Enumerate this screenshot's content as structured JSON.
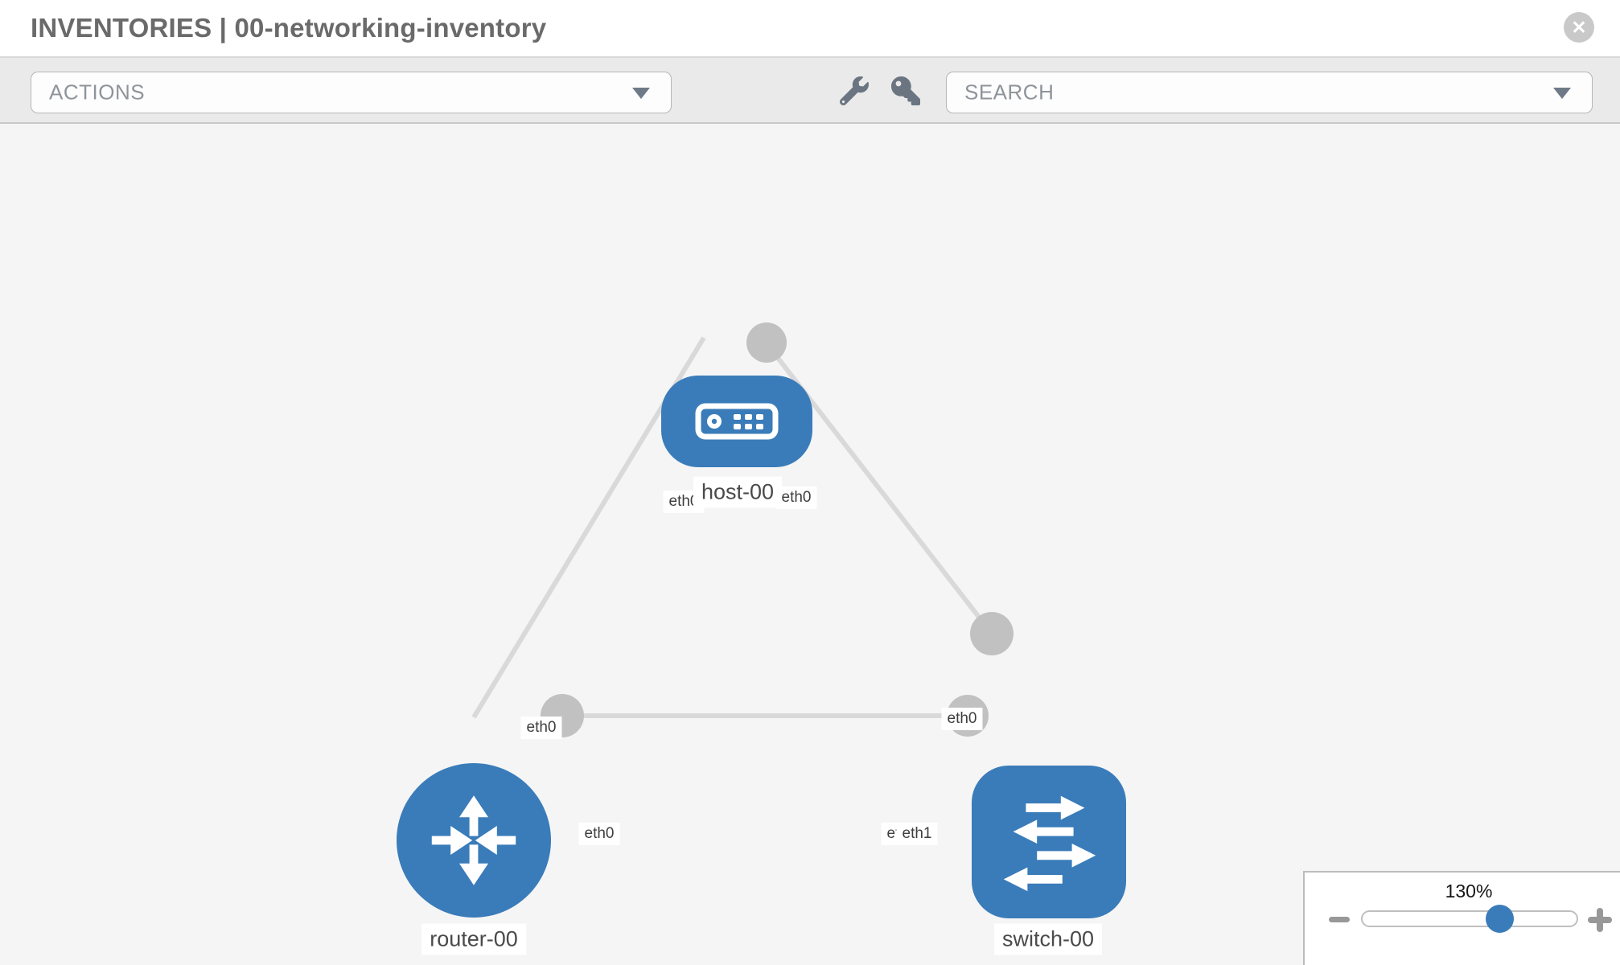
{
  "header": {
    "title": "INVENTORIES | 00-networking-inventory",
    "close_glyph": "✕"
  },
  "toolbar": {
    "actions_label": "ACTIONS",
    "search_label": "SEARCH"
  },
  "topology": {
    "nodes": [
      {
        "id": "host-00",
        "type": "host",
        "label": "host-00"
      },
      {
        "id": "router-00",
        "type": "router",
        "label": "router-00"
      },
      {
        "id": "switch-00",
        "type": "switch",
        "label": "switch-00"
      }
    ],
    "links": [
      {
        "from": "router-00",
        "to": "host-00",
        "from_label": "eth0",
        "to_label": "eth0"
      },
      {
        "from": "host-00",
        "to": "switch-00",
        "from_label": "eth0",
        "to_label": "eth0"
      },
      {
        "from": "router-00",
        "to": "switch-00",
        "from_label": "eth0",
        "to_label": "eth1",
        "to_label_behind": "eth0"
      }
    ]
  },
  "zoom": {
    "value_label": "130%"
  },
  "colors": {
    "node_blue": "#3a7cb9",
    "link_gray": "#d9d9d9",
    "connector_gray": "#c1c1c1",
    "toolbar_gray": "#eaeaea",
    "canvas_gray": "#f5f5f6"
  }
}
